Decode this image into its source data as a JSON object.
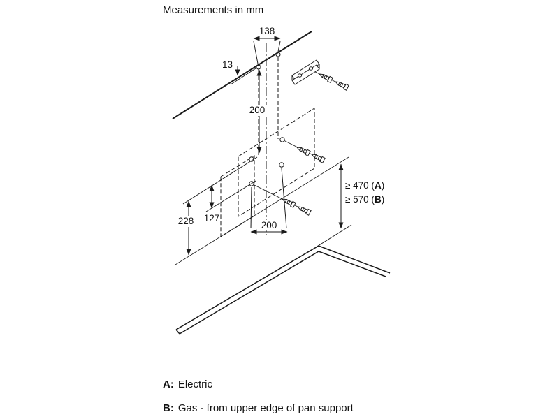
{
  "title": "Measurements in mm",
  "dimensions": {
    "bracket_hole_spacing": "138",
    "top_offset": "13",
    "vertical_hole_spacing": "200",
    "horizontal_hole_spacing": "200",
    "lower_height": "228",
    "inner_height": "127",
    "clearance_electric": {
      "prefix": "≥ 470 (",
      "key": "A",
      "suffix": ")"
    },
    "clearance_gas": {
      "prefix": "≥ 570 (",
      "key": "B",
      "suffix": ")"
    }
  },
  "notes": [
    {
      "label": "A:",
      "text": "Electric"
    },
    {
      "label": "B:",
      "text": "Gas - from upper edge of pan support"
    }
  ]
}
